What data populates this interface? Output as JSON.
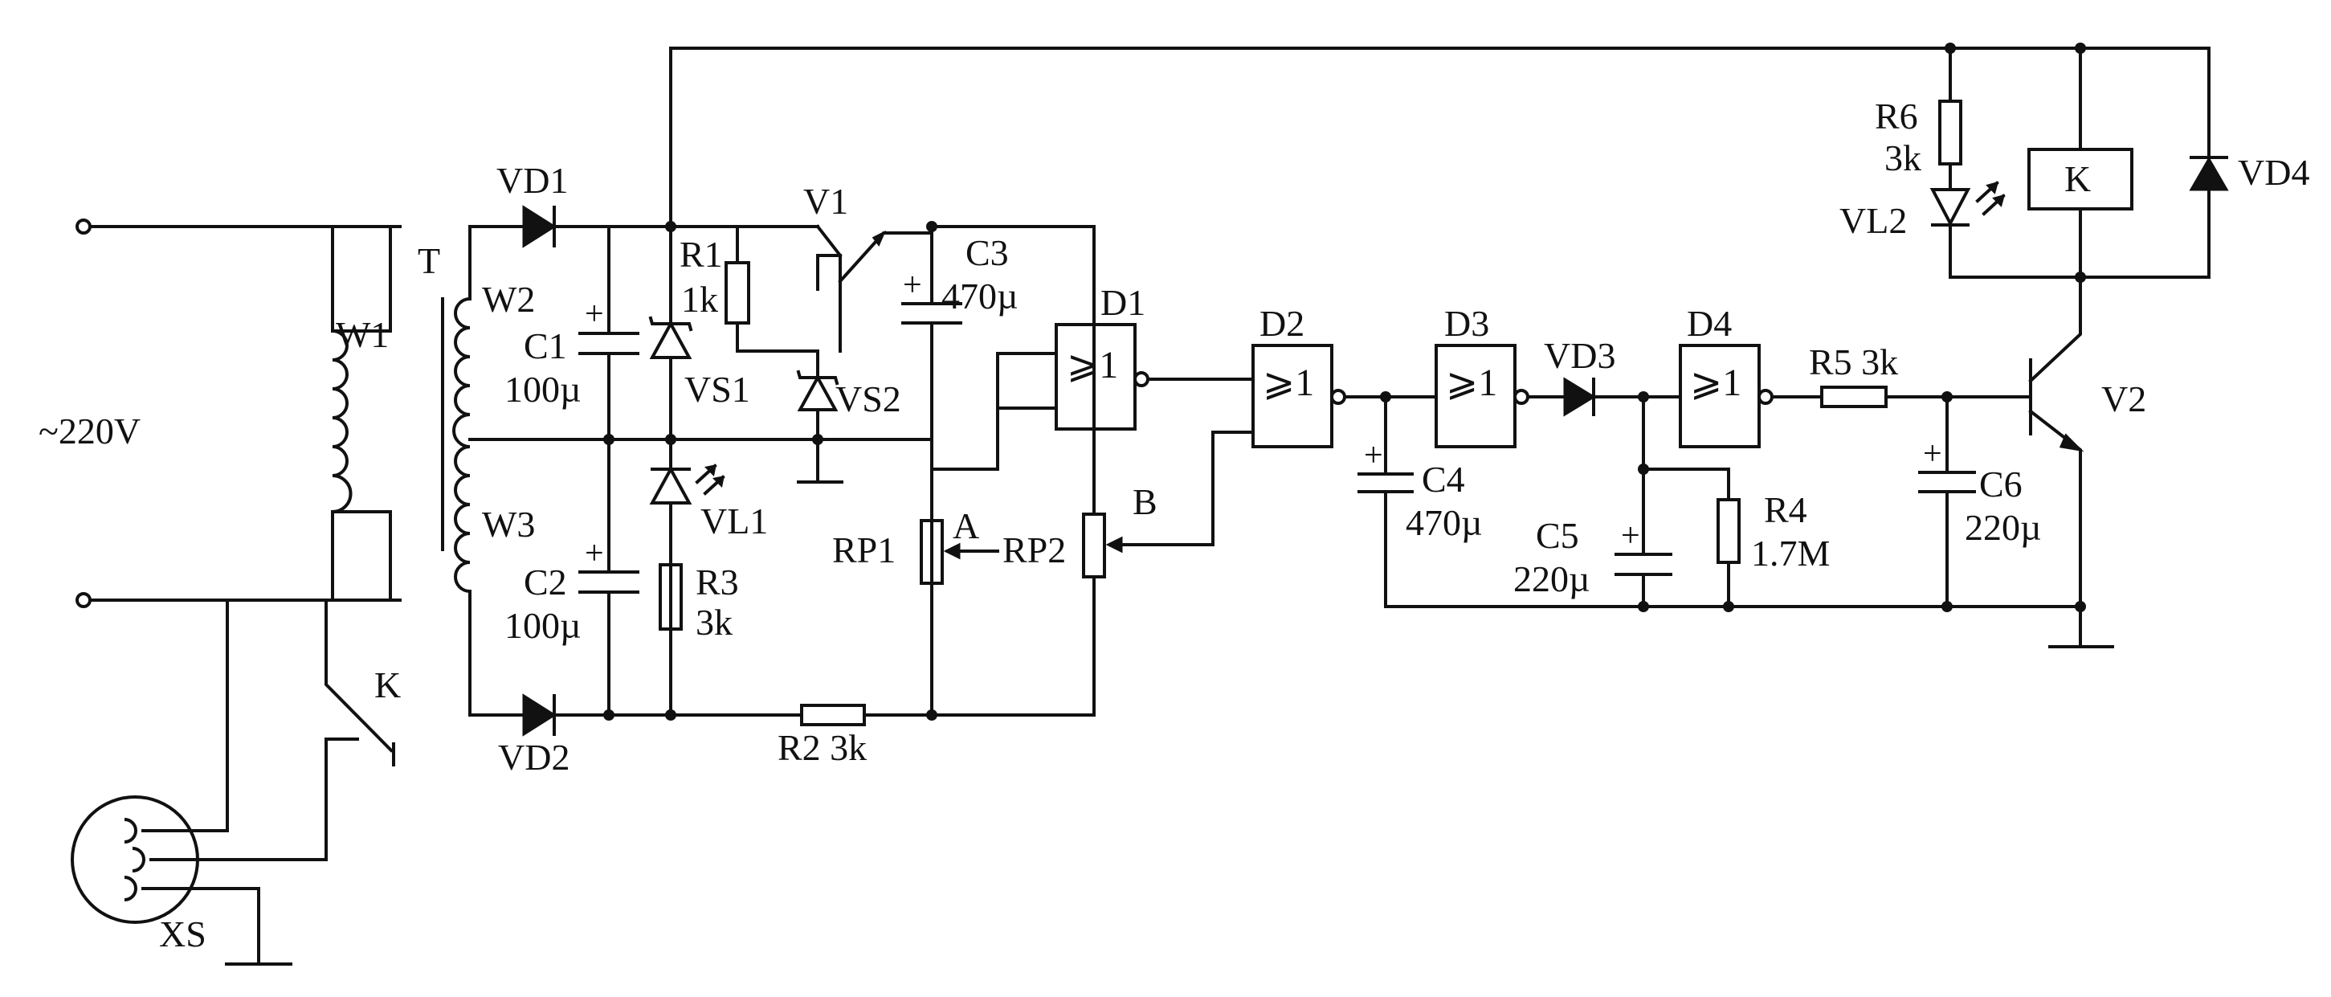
{
  "colors": {
    "ink": "#111111",
    "paper": "#ffffff"
  },
  "mains": {
    "voltage": "~220V"
  },
  "transformer": {
    "label": "T",
    "primary": "W1",
    "secondary_upper": "W2",
    "secondary_lower": "W3"
  },
  "socket": {
    "label": "XS"
  },
  "switch": {
    "label": "K"
  },
  "relay": {
    "label": "K"
  },
  "diodes": {
    "vd1": "VD1",
    "vd2": "VD2",
    "vd3": "VD3",
    "vd4": "VD4"
  },
  "zeners": {
    "vs1": "VS1",
    "vs2": "VS2"
  },
  "leds": {
    "vl1": "VL1",
    "vl2": "VL2"
  },
  "transistors": {
    "v1": "V1",
    "v2": "V2"
  },
  "capacitors": {
    "c1_name": "C1",
    "c1_value": "100µ",
    "c2_name": "C2",
    "c2_value": "100µ",
    "c3_name": "C3",
    "c3_value": "470µ",
    "c4_name": "C4",
    "c4_value": "470µ",
    "c5_name": "C5",
    "c5_value": "220µ",
    "c6_name": "C6",
    "c6_value": "220µ"
  },
  "resistors": {
    "r1_name": "R1",
    "r1_value": "1k",
    "r2": "R2 3k",
    "r3_name": "R3",
    "r3_value": "3k",
    "r4_name": "R4",
    "r4_value": "1.7M",
    "r5": "R5 3k",
    "r6_name": "R6",
    "r6_value": "3k"
  },
  "pots": {
    "rp1": "RP1",
    "rp2": "RP2",
    "wiper_a": "A",
    "wiper_b": "B"
  },
  "gates": {
    "d1": "D1",
    "d2": "D2",
    "d3": "D3",
    "d4": "D4",
    "symbol": "⩾1"
  }
}
